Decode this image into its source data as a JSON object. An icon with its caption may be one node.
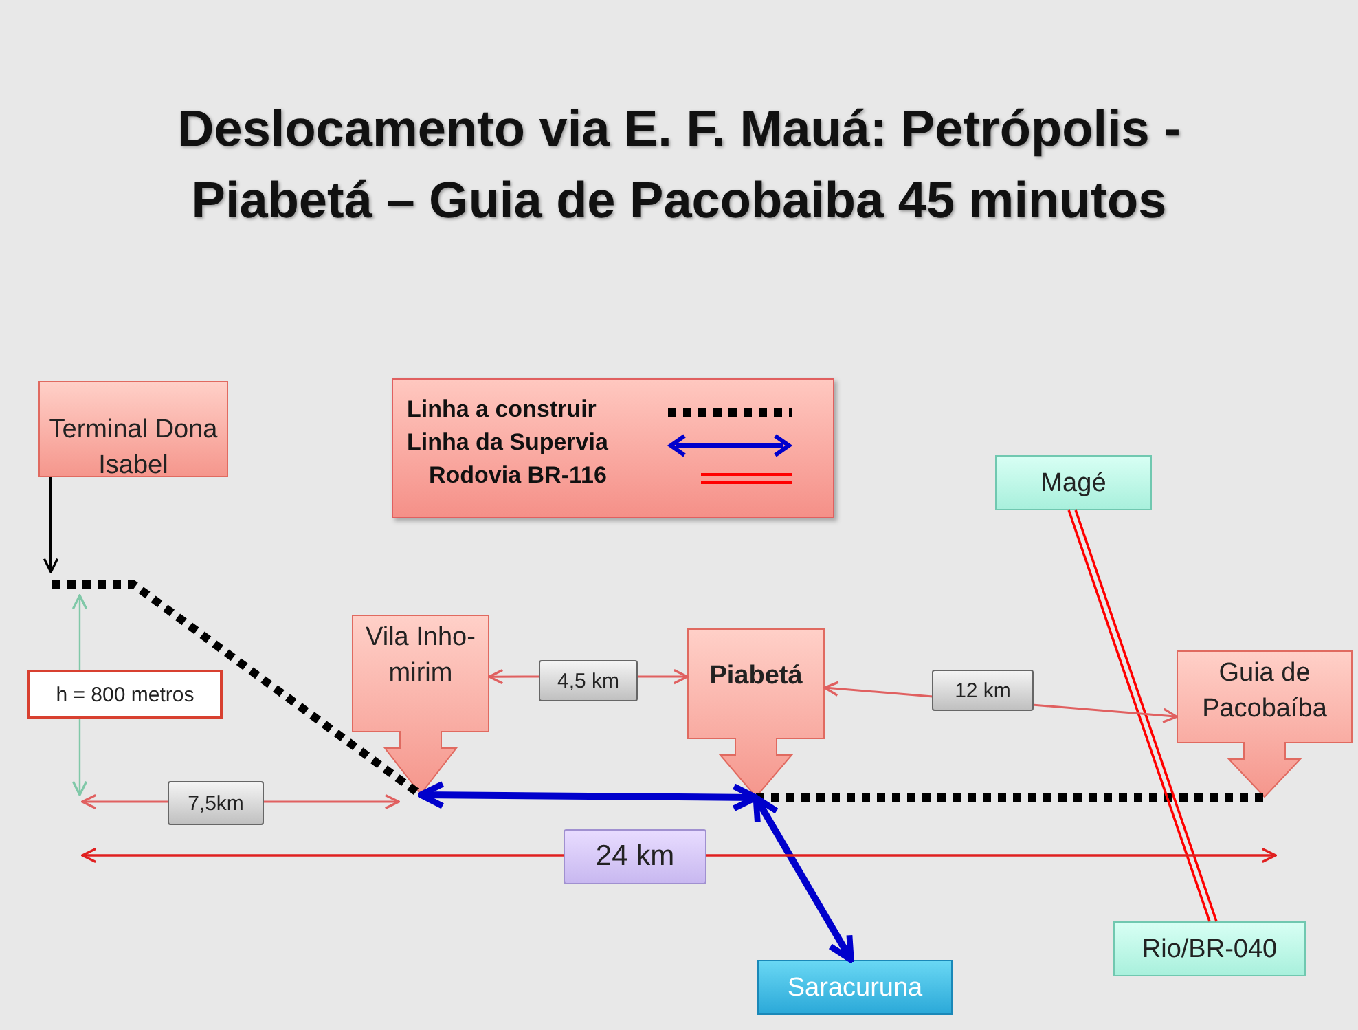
{
  "diagram": {
    "title": "Deslocamento via E. F. Mauá: Petrópolis - Piabetá – Guia de Pacobaiba 45 minutos",
    "nodes": [
      {
        "text": [
          "Terminal Dona Isabel"
        ]
      },
      {
        "text": [
          "Vila Inho-mirim"
        ]
      },
      {
        "text": [
          "Piabetá"
        ]
      },
      {
        "text": [
          "Guia de Pacobaíba"
        ]
      },
      {
        "text": [
          "Magé"
        ]
      },
      {
        "text": [
          "Rio/BR-040"
        ]
      },
      {
        "text": [
          "Saracuruna"
        ]
      }
    ],
    "edges": [
      {
        "from": 0,
        "to": null,
        "arrow": "to",
        "color": "#000000"
      },
      {
        "from": null,
        "to": 1,
        "arrow": "none",
        "style": "dashed",
        "color": "#000000"
      },
      {
        "from": 1,
        "to": 2,
        "arrow": "both",
        "style": "thick",
        "color": "#0000cc"
      },
      {
        "from": 2,
        "to": 3,
        "arrow": "none",
        "style": "dashed",
        "color": "#000000"
      },
      {
        "from": 2,
        "to": 6,
        "arrow": "both",
        "style": "thick",
        "color": "#0000cc"
      },
      {
        "from": 4,
        "to": 5,
        "arrow": "none",
        "color": "#ff0000"
      },
      {
        "from": 1,
        "to": 2,
        "arrow": "both",
        "label": "4,5 km",
        "color": "#e06060"
      },
      {
        "from": 2,
        "to": 3,
        "arrow": "both",
        "label": "12 km",
        "color": "#e06060"
      }
    ],
    "labels": [
      "h = 800 metros",
      "7,5km",
      "24 km"
    ],
    "legend": [
      {
        "text": "Linha a construir"
      },
      {
        "text": "Linha da Supervia"
      },
      {
        "text": "Rodovia BR-116"
      }
    ]
  }
}
